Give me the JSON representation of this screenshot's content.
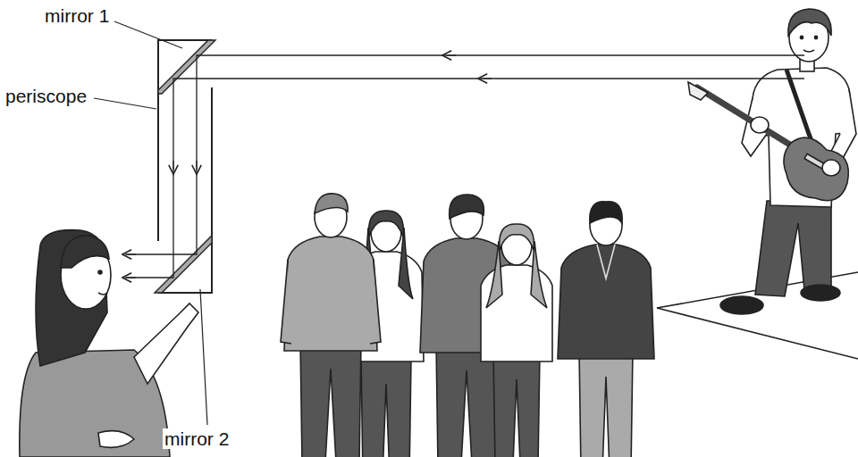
{
  "diagram": {
    "labels": [
      "mirror 1",
      "periscope",
      "mirror 2"
    ]
  }
}
